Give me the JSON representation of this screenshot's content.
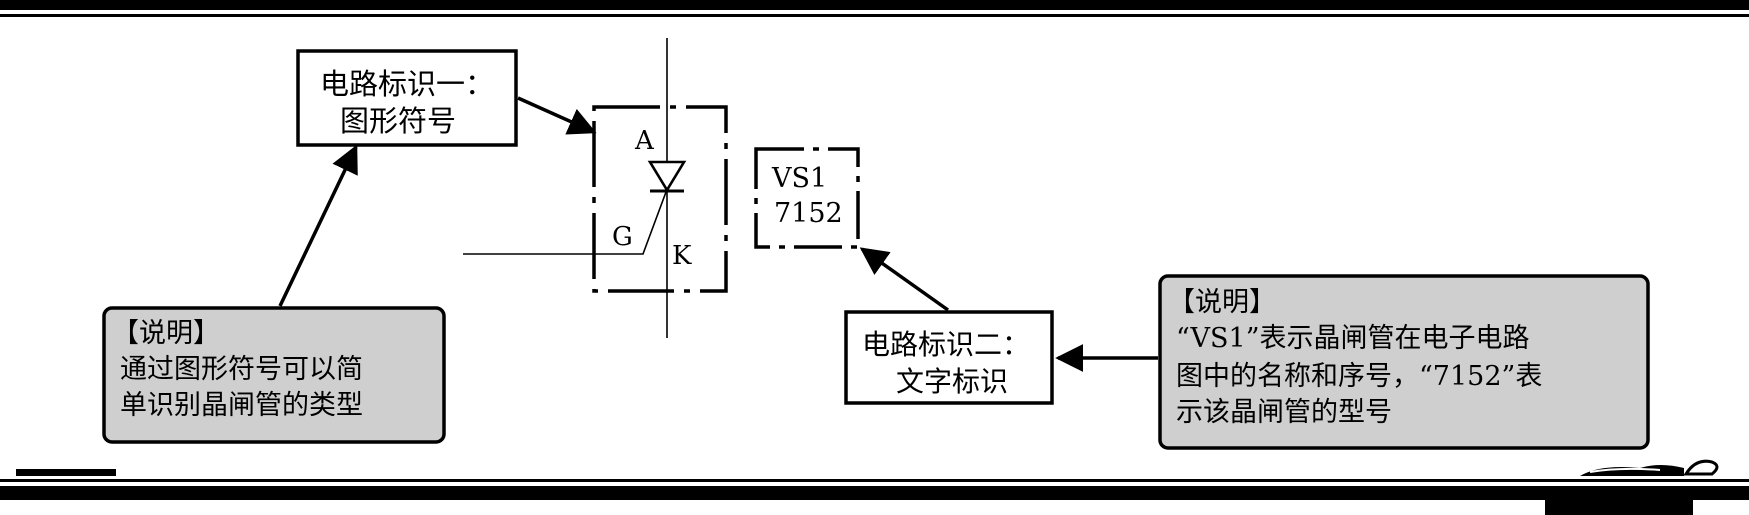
{
  "boxes": {
    "symbol_label": {
      "line1": "电路标识一：",
      "line2": "图形符号"
    },
    "text_label": {
      "line1": "电路标识二：",
      "line2": "文字标识"
    },
    "left_note": {
      "heading": "【说明】",
      "line1": "通过图形符号可以简",
      "line2": "单识别晶闸管的类型"
    },
    "right_note": {
      "heading": "【说明】",
      "line1": "“VS1”表示晶闸管在电子电路",
      "line2": "图中的名称和序号，“7152”表",
      "line3": "示该晶闸管的型号"
    }
  },
  "symbol": {
    "anode_label": "A",
    "gate_label": "G",
    "cathode_label": "K"
  },
  "designator": {
    "name": "VS1",
    "model": "7152"
  },
  "colors": {
    "note_fill": "#cfcfcf",
    "ink": "#000000",
    "background": "#ffffff"
  }
}
